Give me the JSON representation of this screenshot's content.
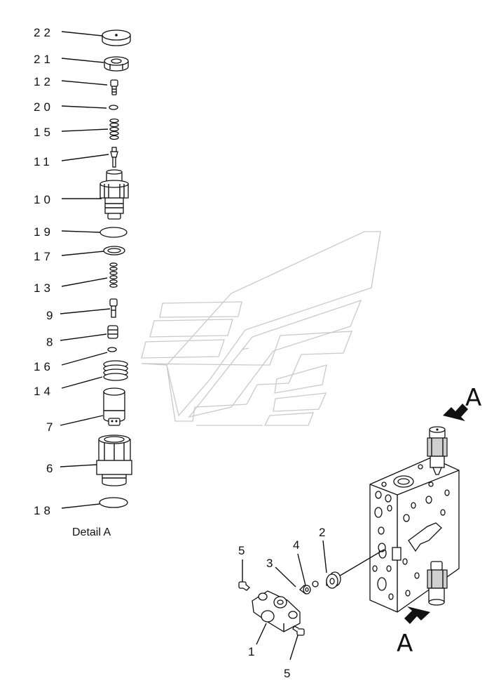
{
  "diagram": {
    "caption": "Detail A",
    "view_marker": "A",
    "callouts_detail": [
      "22",
      "21",
      "12",
      "20",
      "15",
      "11",
      "10",
      "19",
      "17",
      "13",
      "9",
      "8",
      "16",
      "14",
      "7",
      "6",
      "18"
    ],
    "callouts_assembly": [
      "5",
      "4",
      "2",
      "3",
      "1",
      "5"
    ]
  }
}
